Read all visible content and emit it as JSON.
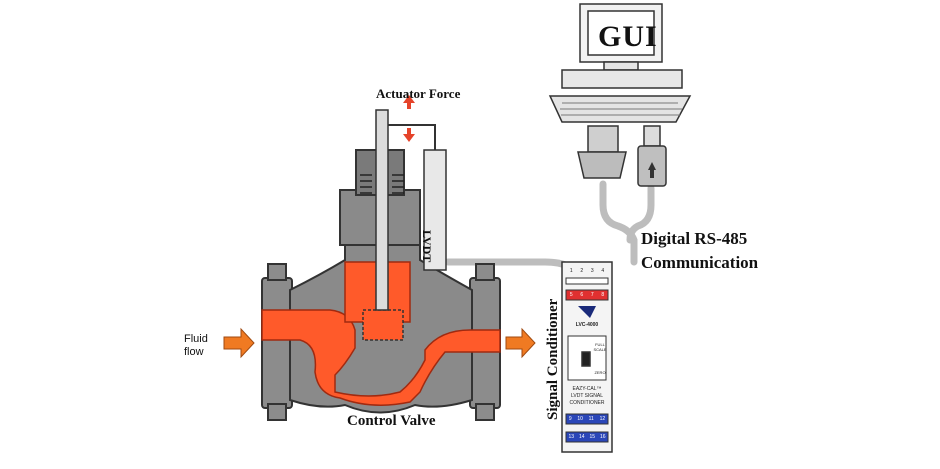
{
  "labels": {
    "actuator_force": "Actuator Force",
    "fluid_flow": "Fluid flow",
    "control_valve": "Control Valve",
    "lvdt": "LVDT",
    "signal_conditioner": "Signal Conditioner",
    "digital_line1": "Digital RS-485",
    "digital_line2": "Communication",
    "gui": "GUI"
  },
  "device": {
    "model": "LVC-4000",
    "product_line1": "EAZY-CAL™",
    "product_line2": "LVDT SIGNAL",
    "product_line3": "CONDITIONER",
    "button_full_scale": "FULL SCALE",
    "button_zero": "ZERO",
    "top_terminals_row1": [
      "1",
      "2",
      "3",
      "4"
    ],
    "top_terminals_row2": [
      "5",
      "6",
      "7",
      "8"
    ],
    "bottom_terminals_row1": [
      "9",
      "10",
      "11",
      "12"
    ],
    "bottom_terminals_row2": [
      "13",
      "14",
      "15",
      "16"
    ]
  },
  "colors": {
    "valve_body": "#8a8a8a",
    "flow_red": "#ff5a2a",
    "arrow_orange": "#f07a22",
    "cable": "#c8c8c8",
    "terminal_red": "#e03030",
    "terminal_blue": "#2a46b8"
  }
}
